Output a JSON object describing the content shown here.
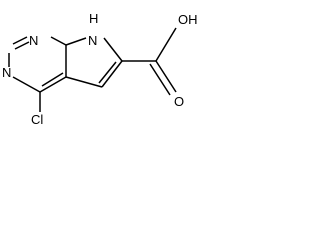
{
  "molecule": {
    "atoms": {
      "n_top": "N",
      "n_left": "N",
      "nh": "N",
      "nh_h": "H",
      "oh": "OH",
      "o_carbonyl": "O",
      "cl": "Cl"
    }
  }
}
